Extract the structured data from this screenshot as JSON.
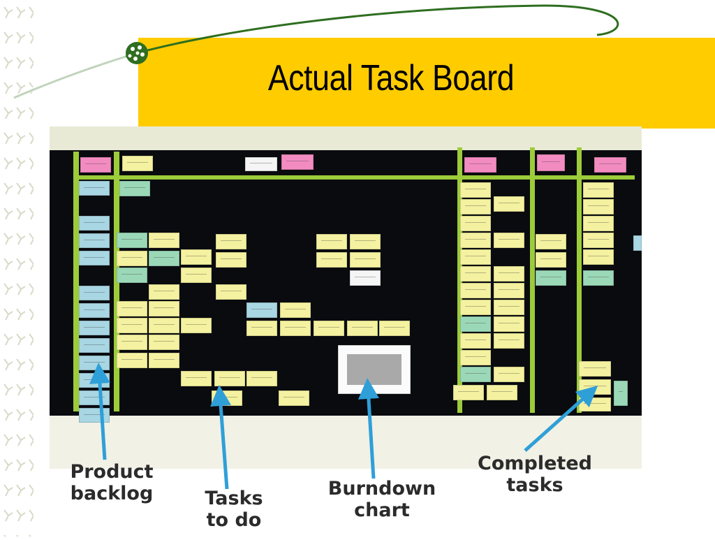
{
  "slide": {
    "title": "Actual Task Board",
    "title_band_color": "#ffcc00",
    "accent_curve_color": "#2e6e20"
  },
  "photo": {
    "board_color": "#0a0b0f",
    "tape_color": "#9ccc3a",
    "card_colors": {
      "yellow": "#f4f1a0",
      "blue": "#a8d6e2",
      "green": "#9bd8b8",
      "pink": "#f28cc0"
    }
  },
  "callouts": {
    "product_backlog": {
      "line1": "Product",
      "line2": "backlog"
    },
    "tasks_to_do": {
      "line1": "Tasks",
      "line2": "to do"
    },
    "burndown_chart": {
      "line1": "Burndown",
      "line2": "chart"
    },
    "completed_tasks": {
      "line1": "Completed",
      "line2": "tasks"
    }
  },
  "arrow_color": "#2f9fd8"
}
